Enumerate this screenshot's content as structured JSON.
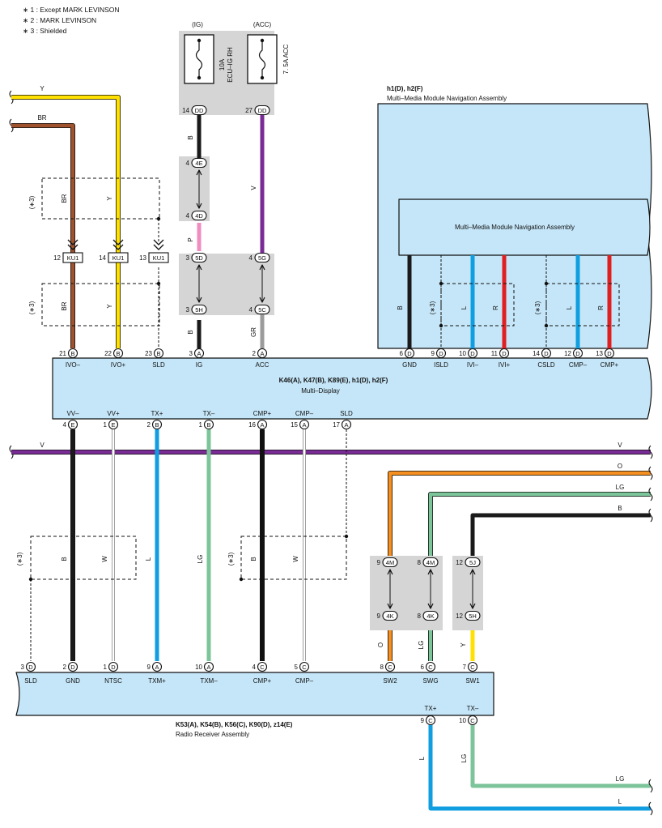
{
  "notes": [
    "∗ 1 : Except MARK LEVINSON",
    "∗ 2 : MARK LEVINSON",
    "∗ 3 : Shielded"
  ],
  "power": {
    "ig": {
      "label": "(IG)",
      "fuse": "10A",
      "fuse_name": "ECU–IG RH",
      "pin": "14",
      "conn": "DD"
    },
    "acc": {
      "label": "(ACC)",
      "fuse": "7. 5A ACC",
      "pin": "27",
      "conn": "DD"
    }
  },
  "shield_note": "(∗3)",
  "nav_outer": {
    "codes": "h1(D), h2(F)",
    "name": "Multi–Media Module Navigation Assembly"
  },
  "nav_inner": {
    "name": "Multi–Media Module Navigation Assembly"
  },
  "multi_display": {
    "codes": "K46(A), K47(B), K89(E), h1(D), h2(F)",
    "name": "Multi–Display"
  },
  "radio": {
    "codes": "K53(A), K54(B), K56(C), K90(D), z14(E)",
    "name": "Radio Receiver Assembly"
  },
  "harness": {
    "left_y": "Y",
    "left_br": "BR"
  },
  "ku1_connectors": [
    {
      "pin": "12",
      "conn": "KU1"
    },
    {
      "pin": "14",
      "conn": "KU1"
    },
    {
      "pin": "13",
      "conn": "KU1"
    }
  ],
  "shield_box_labels": {
    "upper": [
      "BR",
      "Y"
    ],
    "lower": [
      "BR",
      "Y"
    ]
  },
  "ig_junctions": [
    {
      "top_pin": "4",
      "top_conn": "4E",
      "bot_pin": "4",
      "bot_conn": "4D"
    },
    {
      "top_pin": "3",
      "top_conn": "5D",
      "bot_pin": "3",
      "bot_conn": "5H"
    }
  ],
  "acc_junction": {
    "top_pin": "4",
    "top_conn": "5G",
    "bot_pin": "4",
    "bot_conn": "5C"
  },
  "wire_labels": {
    "ig_upper": "B",
    "ig_mid": "P",
    "ig_lower": "B",
    "acc_upper": "V",
    "acc_lower": "GR"
  },
  "md_top_pins": [
    {
      "pin": "21",
      "conn": "B",
      "name": "IVO–"
    },
    {
      "pin": "22",
      "conn": "B",
      "name": "IVO+"
    },
    {
      "pin": "23",
      "conn": "B",
      "name": "SLD"
    },
    {
      "pin": "3",
      "conn": "A",
      "name": "IG"
    },
    {
      "pin": "2",
      "conn": "A",
      "name": "ACC"
    },
    {
      "pin": "6",
      "conn": "D",
      "name": "GND"
    },
    {
      "pin": "9",
      "conn": "D",
      "name": "ISLD"
    },
    {
      "pin": "10",
      "conn": "D",
      "name": "IVI–"
    },
    {
      "pin": "11",
      "conn": "D",
      "name": "IVI+"
    },
    {
      "pin": "14",
      "conn": "D",
      "name": "CSLD"
    },
    {
      "pin": "12",
      "conn": "D",
      "name": "CMP–"
    },
    {
      "pin": "13",
      "conn": "D",
      "name": "CMP+"
    }
  ],
  "nav_wire_labels": [
    "B",
    "(∗3)",
    "L",
    "R",
    "(∗3)",
    "L",
    "R"
  ],
  "md_bottom_pins": [
    {
      "pin": "4",
      "conn": "E",
      "name": "VV–"
    },
    {
      "pin": "1",
      "conn": "E",
      "name": "VV+"
    },
    {
      "pin": "2",
      "conn": "B",
      "name": "TX+"
    },
    {
      "pin": "1",
      "conn": "B",
      "name": "TX–"
    },
    {
      "pin": "16",
      "conn": "A",
      "name": "CMP+"
    },
    {
      "pin": "15",
      "conn": "A",
      "name": "CMP–"
    },
    {
      "pin": "17",
      "conn": "A",
      "name": "SLD"
    }
  ],
  "bus_labels": {
    "v_left": "V",
    "v_right": "V",
    "o": "O",
    "lg": "LG",
    "b": "B"
  },
  "mid_wire_labels": [
    "(∗3)",
    "B",
    "W",
    "L",
    "LG",
    "(∗3)",
    "B",
    "W"
  ],
  "sw_junctions": [
    {
      "top_pin": "9",
      "top_conn": "4M",
      "bot_pin": "9",
      "bot_conn": "4K",
      "wire": "O"
    },
    {
      "top_pin": "8",
      "top_conn": "4M",
      "bot_pin": "8",
      "bot_conn": "4K",
      "wire": "LG"
    },
    {
      "top_pin": "12",
      "top_conn": "5J",
      "bot_pin": "12",
      "bot_conn": "5H",
      "wire": "Y"
    }
  ],
  "radio_pins": [
    {
      "pin": "3",
      "conn": "D",
      "name": "SLD"
    },
    {
      "pin": "2",
      "conn": "D",
      "name": "GND"
    },
    {
      "pin": "1",
      "conn": "D",
      "name": "NTSC"
    },
    {
      "pin": "9",
      "conn": "A",
      "name": "TXM+"
    },
    {
      "pin": "10",
      "conn": "A",
      "name": "TXM–"
    },
    {
      "pin": "4",
      "conn": "C",
      "name": "CMP+"
    },
    {
      "pin": "5",
      "conn": "C",
      "name": "CMP–"
    },
    {
      "pin": "8",
      "conn": "C",
      "name": "SW2"
    },
    {
      "pin": "6",
      "conn": "C",
      "name": "SWG"
    },
    {
      "pin": "7",
      "conn": "C",
      "name": "SW1"
    }
  ],
  "radio_bottom_pins": [
    {
      "pin": "9",
      "conn": "C",
      "name": "TX+"
    },
    {
      "pin": "10",
      "conn": "C",
      "name": "TX–"
    }
  ],
  "bottom_wires": {
    "txp": "L",
    "txm": "LG",
    "out_lg": "LG",
    "out_l": "L"
  },
  "colors": {
    "box": "#c5e6f8",
    "gray": "#d5d5d5",
    "Y": "#ffe000",
    "BR": "#a0522d",
    "B": "#1a1a1a",
    "P": "#f08cc0",
    "V": "#7a2c96",
    "GR": "#9b9b9b",
    "L": "#119ee0",
    "R": "#e02020",
    "LG": "#7cc49a",
    "O": "#f59020",
    "W": "#ffffff"
  }
}
